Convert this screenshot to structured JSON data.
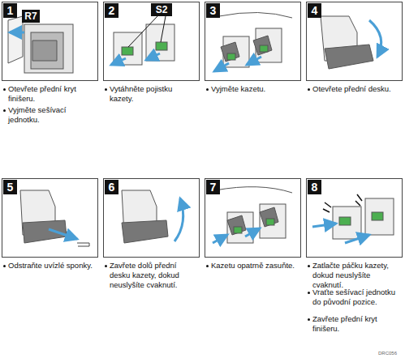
{
  "diagram": {
    "nodes": [
      {
        "text": [
          "1"
        ]
      },
      {
        "text": [
          "2"
        ]
      },
      {
        "text": [
          "3"
        ]
      },
      {
        "text": [
          "4"
        ]
      },
      {
        "text": [
          "5"
        ]
      },
      {
        "text": [
          "6"
        ]
      },
      {
        "text": [
          "7"
        ]
      },
      {
        "text": [
          "8"
        ]
      }
    ],
    "labels": [
      "R7",
      "S2",
      "Otevřete přední kryt finišeru.",
      "Vyjměte sešívací jednotku.",
      "Vytáhněte pojistku kazety.",
      "Vyjměte kazetu.",
      "Otevřete přední desku.",
      "Odstraňte uvízlé sponky.",
      "Zavřete dolů přední desku kazety, dokud neuslyšíte cvaknutí.",
      "Kazetu opatrně zasuňte.",
      "Zatlačte páčku kazety, dokud neuslyšíte cvaknutí.",
      "Vraťte sešívací jednotku do původní pozice.",
      "Zavřete přední kryt finišeru.",
      "DRC056"
    ]
  }
}
